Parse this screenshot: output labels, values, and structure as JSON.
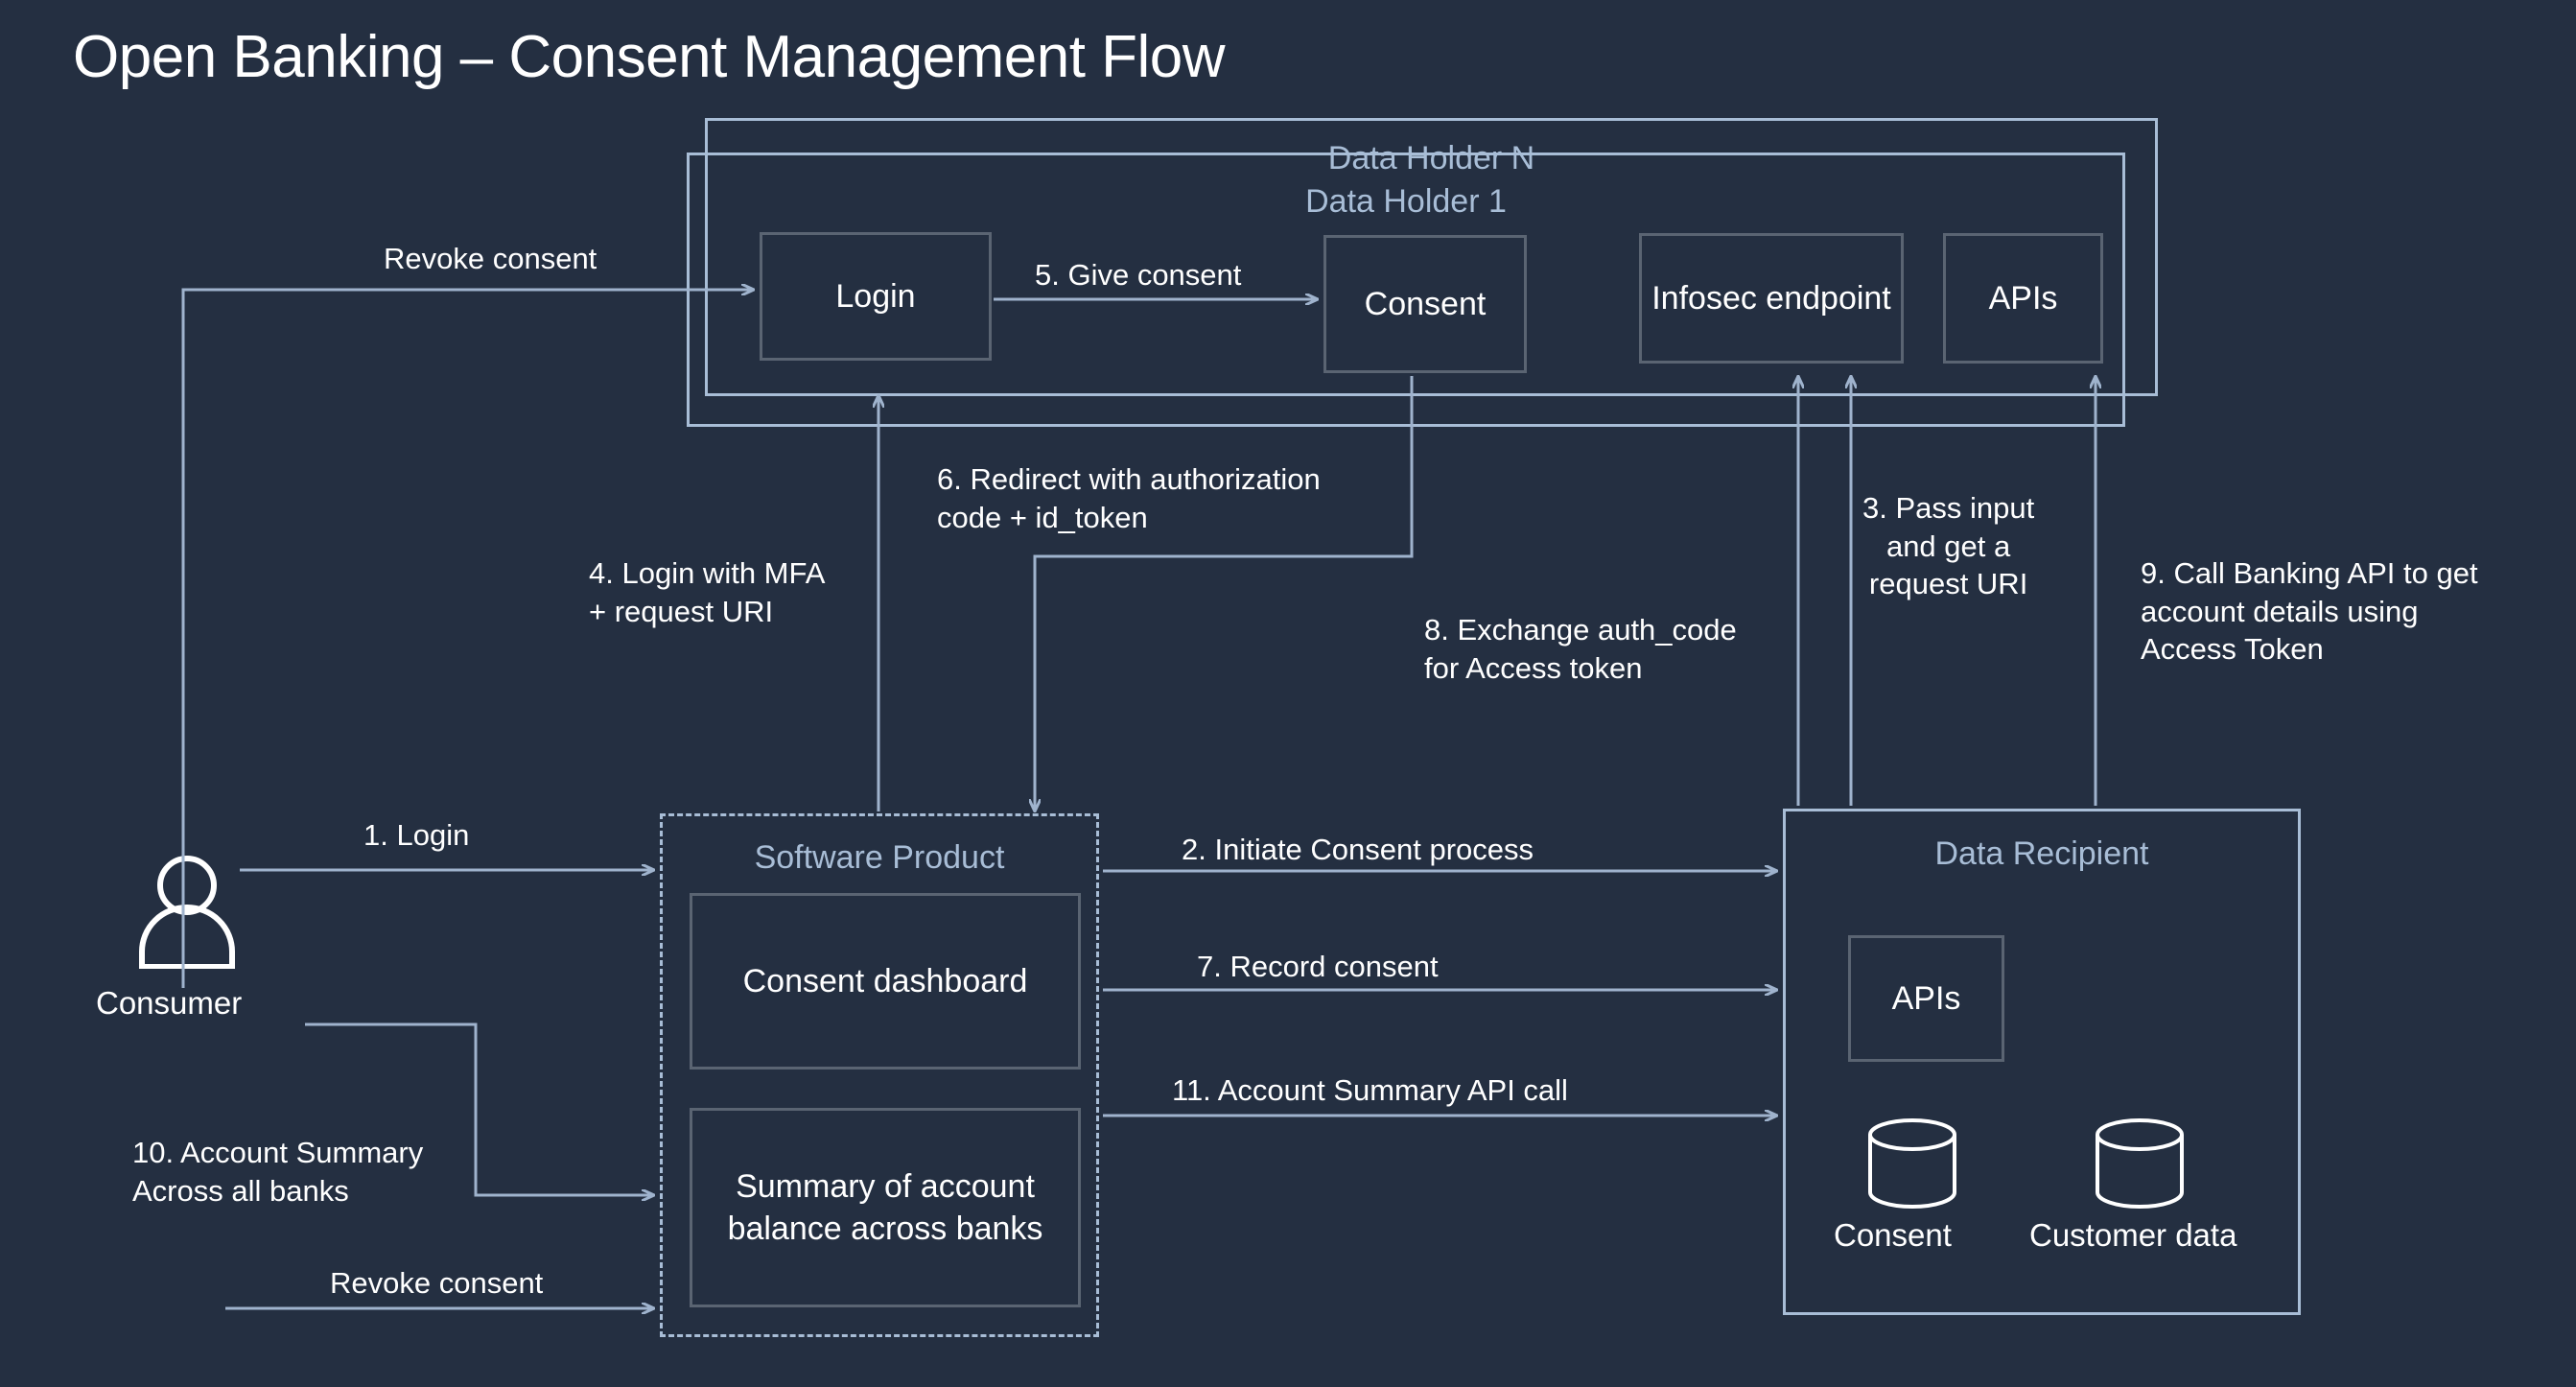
{
  "title": "Open Banking – Consent Management Flow",
  "colors": {
    "background": "#242f41",
    "container_border": "#a8bdd6",
    "container_label": "#a8bdd6",
    "node_border": "#5a6472",
    "connector": "#9fb3cd",
    "text": "#ffffff"
  },
  "containers": {
    "data_holder_n": {
      "label": "Data Holder N"
    },
    "data_holder_1": {
      "label": "Data Holder 1"
    },
    "software_product": {
      "label": "Software Product"
    },
    "data_recipient": {
      "label": "Data Recipient"
    }
  },
  "nodes": {
    "login": "Login",
    "consent": "Consent",
    "infosec_endpoint": "Infosec endpoint",
    "apis_holder": "APIs",
    "consent_dashboard": "Consent dashboard",
    "summary_balance": "Summary of account\nbalance across banks",
    "apis_recipient": "APIs"
  },
  "actor": {
    "label": "Consumer",
    "icon": "user-icon"
  },
  "datastores": [
    {
      "label": "Consent",
      "icon": "database-icon"
    },
    {
      "label": "Customer data",
      "icon": "database-icon"
    }
  ],
  "flows": {
    "revoke_top": "Revoke consent",
    "give_consent": "5. Give consent",
    "redirect": "6. Redirect with authorization\ncode + id_token",
    "login_mfa": "4. Login with MFA\n+ request URI",
    "pass_input": "3. Pass input\nand get a\n  request URI",
    "exchange_auth": "8. Exchange auth_code\nfor Access token",
    "call_banking_api": "9. Call Banking API to get\naccount details using\nAccess Token",
    "login": "1.   Login",
    "initiate_consent": "2. Initiate Consent process",
    "record_consent": "7. Record consent",
    "account_summary_api": "11. Account Summary API call",
    "account_summary_banks": "10. Account Summary\nAcross all banks",
    "revoke_bottom": "Revoke consent"
  }
}
